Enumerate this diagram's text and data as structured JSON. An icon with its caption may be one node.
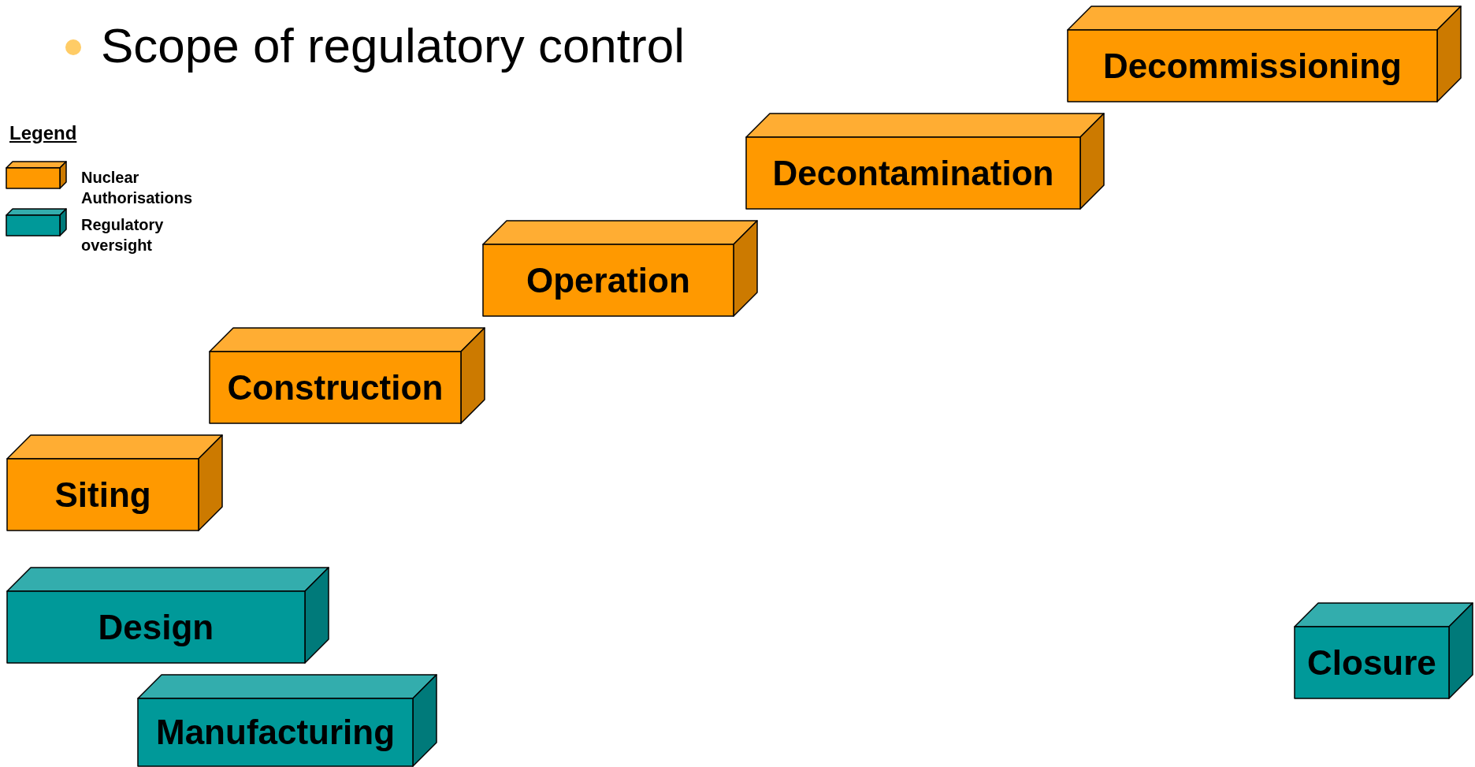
{
  "diagram": {
    "title": "Scope of regulatory control",
    "nodes": [
      {
        "text": [
          "Decommissioning"
        ]
      },
      {
        "text": [
          "Decontamination"
        ]
      },
      {
        "text": [
          "Operation"
        ]
      },
      {
        "text": [
          "Construction"
        ]
      },
      {
        "text": [
          "Siting"
        ]
      },
      {
        "text": [
          "Design"
        ]
      },
      {
        "text": [
          "Manufacturing"
        ]
      },
      {
        "text": [
          "Closure"
        ]
      }
    ],
    "labels": [
      "Legend"
    ],
    "legend": [
      {
        "text": "Nuclear Authorisations",
        "color": "#ff9900"
      },
      {
        "text": "Regulatory oversight",
        "color": "#009999"
      }
    ]
  }
}
